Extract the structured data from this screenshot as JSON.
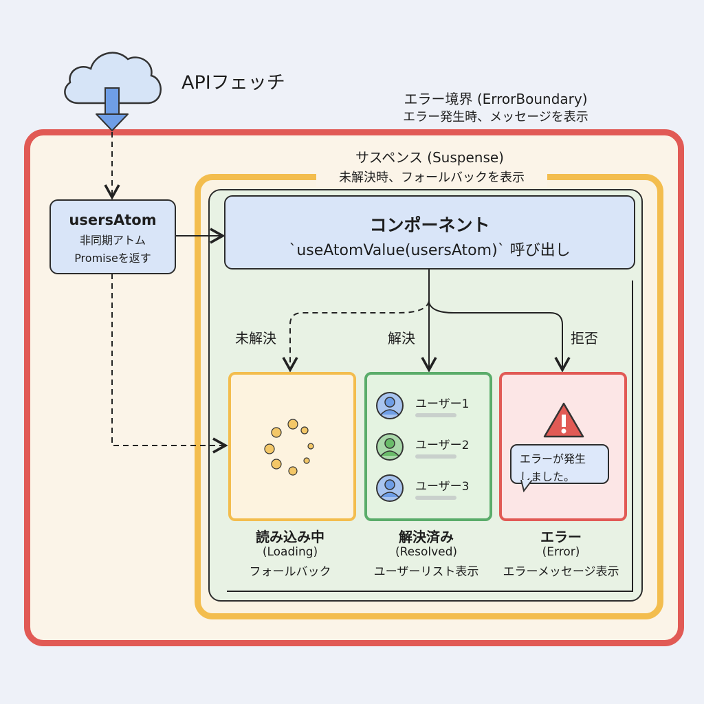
{
  "api": {
    "title": "APIフェッチ",
    "icon": "cloud-download-icon"
  },
  "error_boundary": {
    "title": "エラー境界 (ErrorBoundary)",
    "subtitle": "エラー発生時、メッセージを表示"
  },
  "suspense": {
    "title": "サスペンス (Suspense)",
    "subtitle": "未解決時、フォールバックを表示"
  },
  "atom": {
    "title": "usersAtom",
    "line1": "非同期アトム",
    "line2": "Promiseを返す"
  },
  "component": {
    "title": "コンポーネント",
    "call": "`useAtomValue(usersAtom)` 呼び出し"
  },
  "branches": {
    "pending": "未解決",
    "resolved": "解決",
    "rejected": "拒否"
  },
  "cards": {
    "loading": {
      "title": "読み込み中",
      "en": "(Loading)",
      "desc": "フォールバック",
      "icon": "spinner-icon"
    },
    "resolved": {
      "title": "解決済み",
      "en": "(Resolved)",
      "desc": "ユーザーリスト表示",
      "users": [
        "ユーザー1",
        "ユーザー2",
        "ユーザー3"
      ]
    },
    "error": {
      "title": "エラー",
      "en": "(Error)",
      "desc": "エラーメッセージ表示",
      "message_line1": "エラーが発生",
      "message_line2": "しました。",
      "icon": "warning-icon"
    }
  },
  "colors": {
    "error": "#e15a55",
    "suspense": "#f3bd4e",
    "resolved": "#5aac6a",
    "component": "#d9e5f8"
  }
}
